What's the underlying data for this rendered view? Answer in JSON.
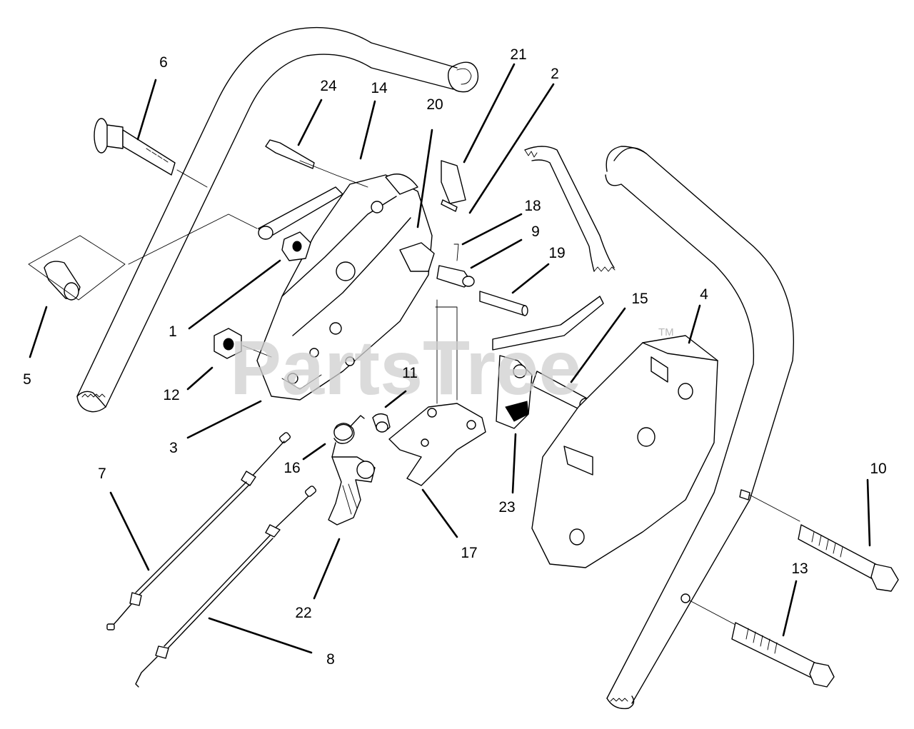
{
  "diagram": {
    "watermark": "PartsTree",
    "watermark_mark": "TM",
    "callouts": [
      {
        "id": "6",
        "label": "6"
      },
      {
        "id": "24",
        "label": "24"
      },
      {
        "id": "14",
        "label": "14"
      },
      {
        "id": "20",
        "label": "20"
      },
      {
        "id": "21",
        "label": "21"
      },
      {
        "id": "2",
        "label": "2"
      },
      {
        "id": "18",
        "label": "18"
      },
      {
        "id": "9",
        "label": "9"
      },
      {
        "id": "19",
        "label": "19"
      },
      {
        "id": "15",
        "label": "15"
      },
      {
        "id": "4",
        "label": "4"
      },
      {
        "id": "1",
        "label": "1"
      },
      {
        "id": "5",
        "label": "5"
      },
      {
        "id": "12",
        "label": "12"
      },
      {
        "id": "11",
        "label": "11"
      },
      {
        "id": "3",
        "label": "3"
      },
      {
        "id": "16",
        "label": "16"
      },
      {
        "id": "7",
        "label": "7"
      },
      {
        "id": "23",
        "label": "23"
      },
      {
        "id": "17",
        "label": "17"
      },
      {
        "id": "10",
        "label": "10"
      },
      {
        "id": "13",
        "label": "13"
      },
      {
        "id": "22",
        "label": "22"
      },
      {
        "id": "8",
        "label": "8"
      }
    ]
  }
}
